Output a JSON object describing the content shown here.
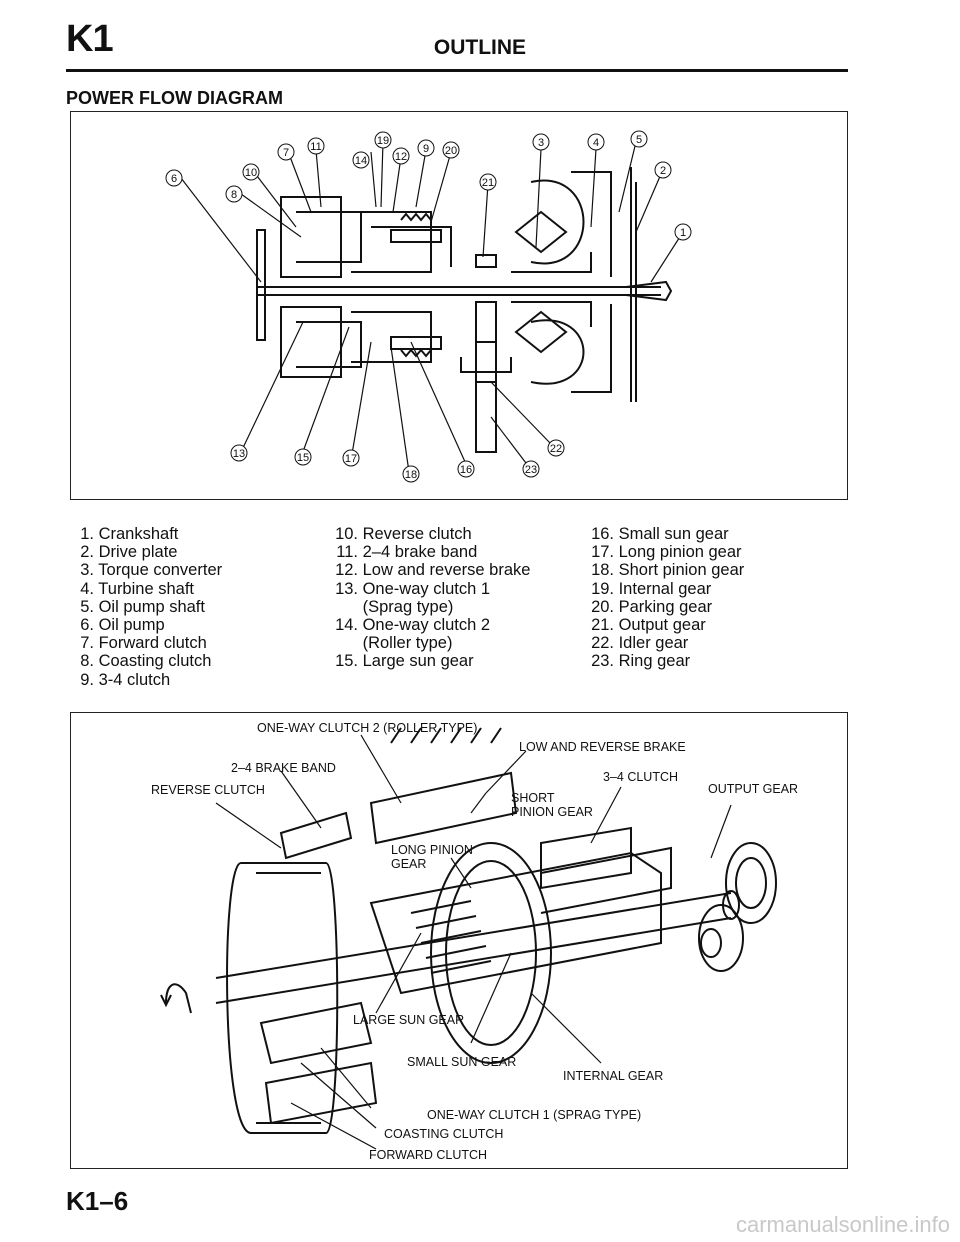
{
  "header": {
    "section_code": "K1",
    "title": "OUTLINE"
  },
  "diagram_heading": "POWER FLOW DIAGRAM",
  "diagram1": {
    "callouts": [
      "1",
      "2",
      "3",
      "4",
      "5",
      "6",
      "7",
      "8",
      "9",
      "10",
      "11",
      "12",
      "13",
      "14",
      "15",
      "16",
      "17",
      "18",
      "19",
      "20",
      "21",
      "22",
      "23"
    ]
  },
  "legend": {
    "col1": [
      {
        "num": "1.",
        "label": "Crankshaft"
      },
      {
        "num": "2.",
        "label": "Drive plate"
      },
      {
        "num": "3.",
        "label": "Torque converter"
      },
      {
        "num": "4.",
        "label": "Turbine shaft"
      },
      {
        "num": "5.",
        "label": "Oil pump shaft"
      },
      {
        "num": "6.",
        "label": "Oil pump"
      },
      {
        "num": "7.",
        "label": "Forward clutch"
      },
      {
        "num": "8.",
        "label": "Coasting clutch"
      },
      {
        "num": "9.",
        "label": "3-4 clutch"
      }
    ],
    "col2": [
      {
        "num": "10.",
        "label": "Reverse clutch"
      },
      {
        "num": "11.",
        "label": "2–4 brake band"
      },
      {
        "num": "12.",
        "label": "Low and reverse brake"
      },
      {
        "num": "13.",
        "label": "One-way clutch 1"
      },
      {
        "num": "",
        "label": "(Sprag type)"
      },
      {
        "num": "14.",
        "label": "One-way clutch 2"
      },
      {
        "num": "",
        "label": "(Roller type)"
      },
      {
        "num": "15.",
        "label": "Large sun gear"
      }
    ],
    "col3": [
      {
        "num": "16.",
        "label": "Small sun gear"
      },
      {
        "num": "17.",
        "label": "Long pinion gear"
      },
      {
        "num": "18.",
        "label": "Short pinion gear"
      },
      {
        "num": "19.",
        "label": "Internal gear"
      },
      {
        "num": "20.",
        "label": "Parking gear"
      },
      {
        "num": "21.",
        "label": "Output gear"
      },
      {
        "num": "22.",
        "label": "Idler gear"
      },
      {
        "num": "23.",
        "label": "Ring gear"
      }
    ]
  },
  "diagram2": {
    "labels": {
      "one_way_clutch_2": "ONE-WAY CLUTCH 2 (ROLLER TYPE)",
      "low_reverse_brake": "LOW AND REVERSE BRAKE",
      "brake_band_24": "2–4 BRAKE BAND",
      "clutch_34": "3–4 CLUTCH",
      "reverse_clutch": "REVERSE CLUTCH",
      "output_gear": "OUTPUT GEAR",
      "short_pinion_gear_1": "SHORT",
      "short_pinion_gear_2": "PINION GEAR",
      "long_pinion_gear_1": "LONG PINION",
      "long_pinion_gear_2": "GEAR",
      "large_sun_gear": "LARGE SUN GEAR",
      "small_sun_gear": "SMALL SUN GEAR",
      "internal_gear": "INTERNAL GEAR",
      "one_way_clutch_1": "ONE-WAY CLUTCH 1 (SPRAG TYPE)",
      "coasting_clutch": "COASTING CLUTCH",
      "forward_clutch": "FORWARD CLUTCH"
    }
  },
  "footer": {
    "page_number": "K1–6",
    "watermark": "carmanualsonline.info"
  }
}
